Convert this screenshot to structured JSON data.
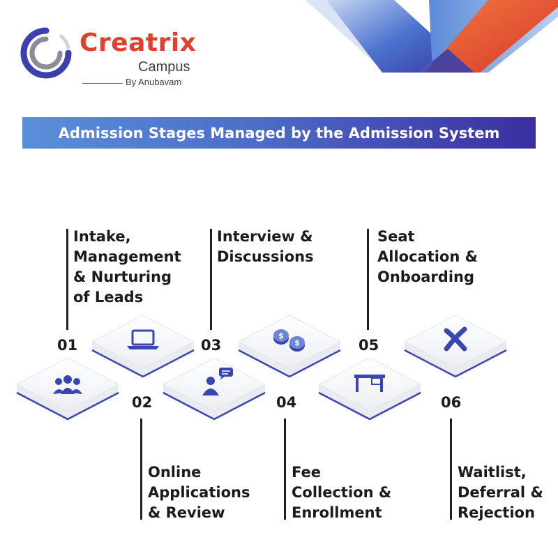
{
  "brand": {
    "name": "Creatrix",
    "sub": "Campus",
    "by": "By Anubavam",
    "colors": {
      "name": "#e0412f",
      "mark_blue": "#3c3fae",
      "mark_gray": "#8a8d97"
    }
  },
  "banner": {
    "title": "Admission Stages Managed by the Admission System",
    "gradient": [
      "#5a8fd8",
      "#3b2ea0"
    ]
  },
  "stages": [
    {
      "number": "01",
      "lines": [
        "Intake,",
        "Management",
        "& Nurturing",
        "of Leads"
      ],
      "icon": "group-icon"
    },
    {
      "number": "02",
      "lines": [
        "Online",
        "Applications",
        "& Review"
      ],
      "icon": "laptop-icon"
    },
    {
      "number": "03",
      "lines": [
        "Interview &",
        "Discussions"
      ],
      "icon": "interviewer-chat-icon"
    },
    {
      "number": "04",
      "lines": [
        "Fee",
        "Collection &",
        "Enrollment"
      ],
      "icon": "coins-icon"
    },
    {
      "number": "05",
      "lines": [
        "Seat",
        "Allocation &",
        "Onboarding"
      ],
      "icon": "desk-icon"
    },
    {
      "number": "06",
      "lines": [
        "Waitlist,",
        "Deferral &",
        "Rejection"
      ],
      "icon": "x-mark-icon"
    }
  ],
  "colors": {
    "icon": "#3746b0",
    "tile_edge": "#3a47b5",
    "text": "#1b1b1b"
  }
}
